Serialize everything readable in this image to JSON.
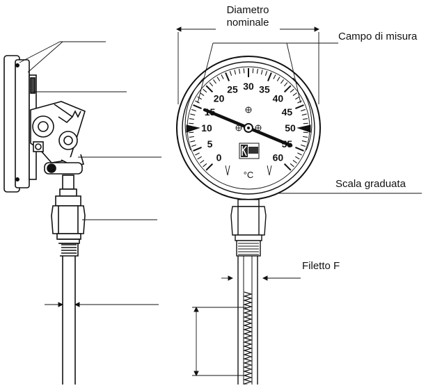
{
  "labels": {
    "diametro_nominale": [
      "Diametro",
      "nominale"
    ],
    "campo_di_misura": "Campo di misura",
    "scala_graduata": "Scala graduata",
    "filetto_f": "Filetto F"
  },
  "dial": {
    "unit": "°C",
    "scale_numbers": [
      "0",
      "5",
      "10",
      "15",
      "20",
      "25",
      "30",
      "35",
      "40",
      "45",
      "50",
      "55",
      "60"
    ],
    "range": [
      0,
      60
    ],
    "pointer_value": 55
  },
  "colors": {
    "ink": "#111111",
    "background": "#ffffff"
  }
}
